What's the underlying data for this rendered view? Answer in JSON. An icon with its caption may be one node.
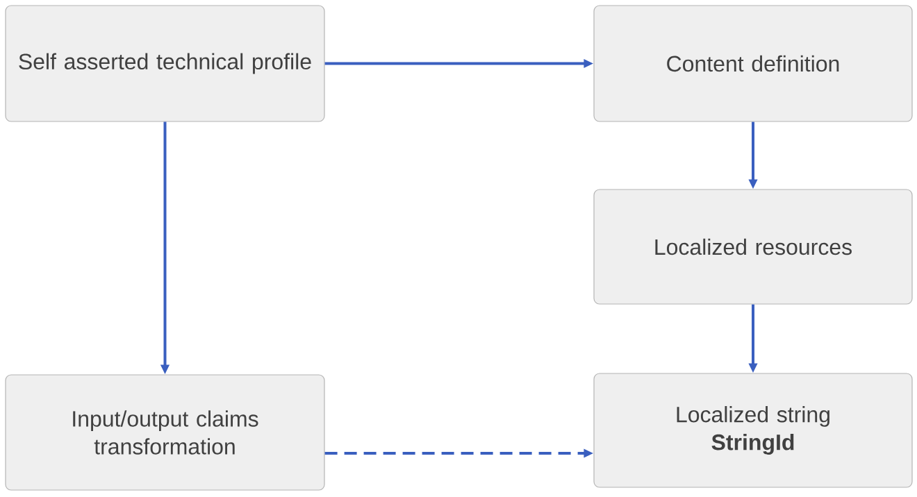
{
  "diagram": {
    "nodes": [
      {
        "text": [
          "Self asserted technical profile"
        ]
      },
      {
        "text": [
          "Content definition"
        ]
      },
      {
        "text": [
          "Localized resources"
        ]
      },
      {
        "text": [
          "Input/output claims transformation"
        ]
      },
      {
        "text": [
          "Localized string",
          "StringId"
        ]
      }
    ],
    "edges": [
      {
        "from": 0,
        "to": 1,
        "arrow": "to"
      },
      {
        "from": 1,
        "to": 2,
        "arrow": "to"
      },
      {
        "from": 2,
        "to": 4,
        "arrow": "to"
      },
      {
        "from": 0,
        "to": 3,
        "arrow": "to"
      },
      {
        "from": 3,
        "to": 4,
        "arrow": "to",
        "style": "dashed"
      }
    ]
  }
}
